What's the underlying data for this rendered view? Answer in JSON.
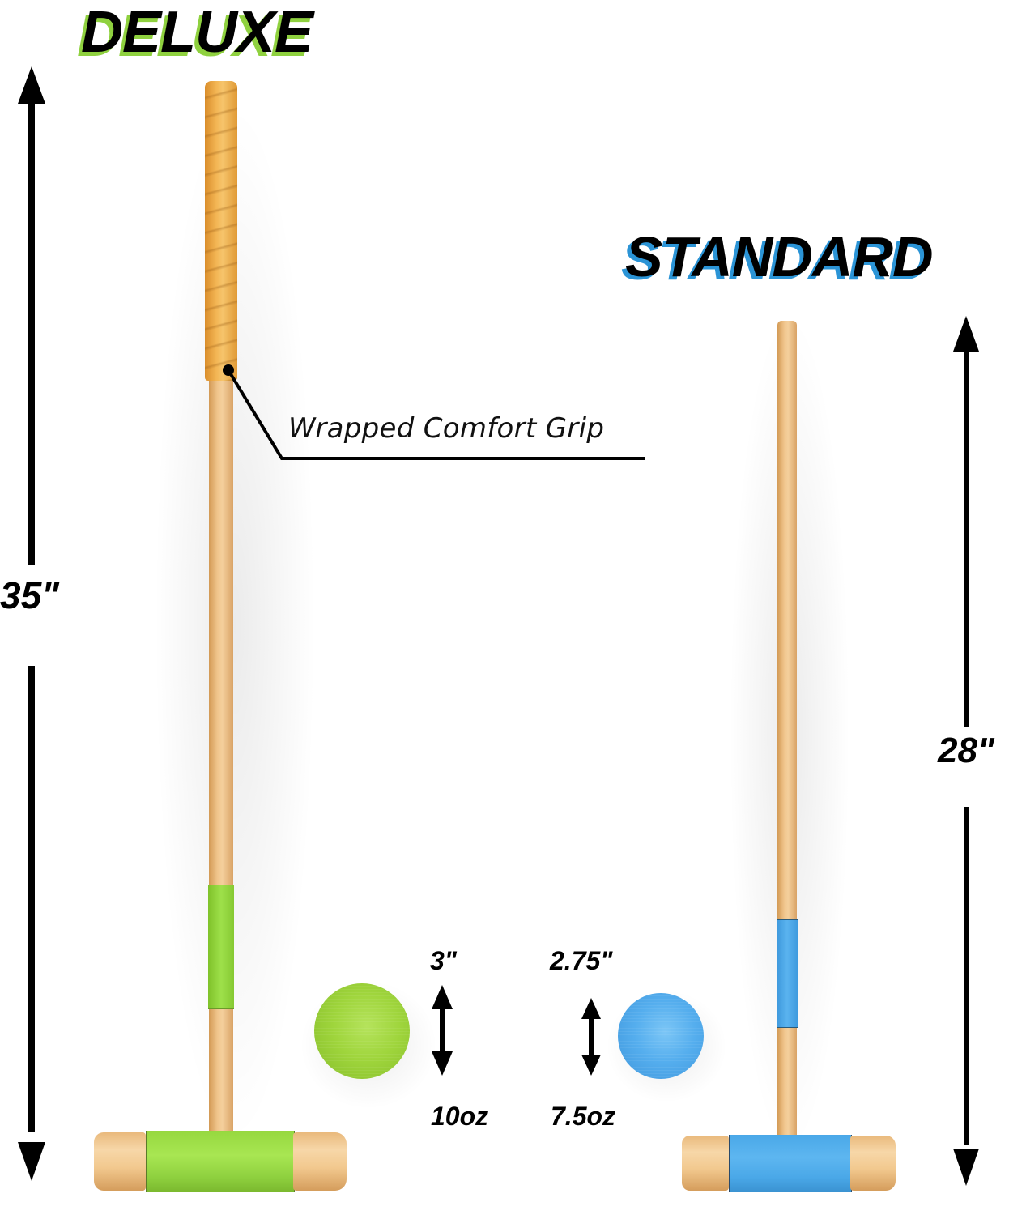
{
  "titles": {
    "deluxe": "DELUXE",
    "standard": "STANDARD"
  },
  "deluxe": {
    "length": "35\"",
    "callout": "Wrapped Comfort Grip",
    "ball_diameter": "3\"",
    "ball_weight": "10oz",
    "accent_color": "#8fd13f",
    "grip_color": "#f0b04a"
  },
  "standard": {
    "length": "28\"",
    "ball_diameter": "2.75\"",
    "ball_weight": "7.5oz",
    "accent_color": "#4aa8e8"
  },
  "colors": {
    "background": "#ffffff",
    "text": "#000000",
    "wood_light": "#f4cf9c",
    "wood_dark": "#d39a55",
    "green": "#8fd13f",
    "blue": "#4aa8e8"
  }
}
